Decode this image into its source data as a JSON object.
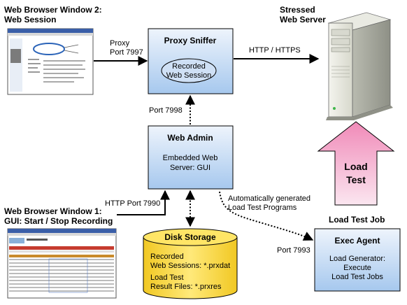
{
  "browser2": {
    "title_line1": "Web Browser Window 2:",
    "title_line2": "Web Session"
  },
  "browser1": {
    "title_line1": "Web Browser Window 1:",
    "title_line2": "GUI: Start / Stop Recording"
  },
  "server": {
    "title_line1": "Stressed",
    "title_line2": "Web Server"
  },
  "proxy_sniffer": {
    "title": "Proxy Sniffer",
    "ellipse_line1": "Recorded",
    "ellipse_line2": "Web Session"
  },
  "web_admin": {
    "title": "Web Admin",
    "line1": "Embedded Web",
    "line2": "Server: GUI"
  },
  "disk_storage": {
    "title": "Disk Storage",
    "line1": "Recorded",
    "line2": "Web Sessions: *.prxdat",
    "line3": "Load Test",
    "line4": "Result Files: *.prxres"
  },
  "exec_agent": {
    "title": "Exec Agent",
    "line1": "Load Generator:",
    "line2": "Execute",
    "line3": "Load Test Jobs"
  },
  "load_test_job": {
    "title": "Load Test Job"
  },
  "load_test_arrow": {
    "line1": "Load",
    "line2": "Test"
  },
  "edges": {
    "proxy_port_line1": "Proxy",
    "proxy_port_line2": "Port 7997",
    "http_https": "HTTP / HTTPS",
    "port_7998": "Port 7998",
    "http_port_7990": "HTTP Port 7990",
    "auto_gen_line1": "Automatically generated",
    "auto_gen_line2": "Load Test Programs",
    "port_7993": "Port 7993"
  },
  "colors": {
    "box_light": "#eef4fc",
    "box_blue": "#a6c8ee",
    "box_border": "#000000",
    "cylinder": "#ffe566",
    "cylinder_dark": "#f1c823",
    "arrow_pink": "#f4a8c8",
    "arrow_light": "#fbe2ef"
  }
}
